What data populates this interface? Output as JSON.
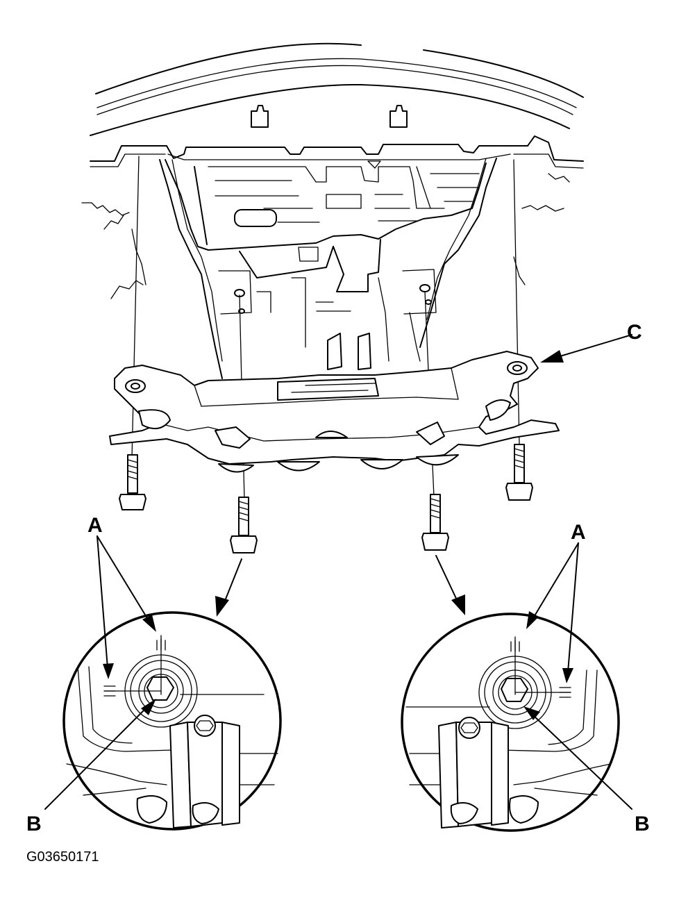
{
  "callouts": {
    "a_left": "A",
    "a_right": "A",
    "b_left": "B",
    "b_right": "B",
    "c": "C"
  },
  "figure_id": "G03650171"
}
